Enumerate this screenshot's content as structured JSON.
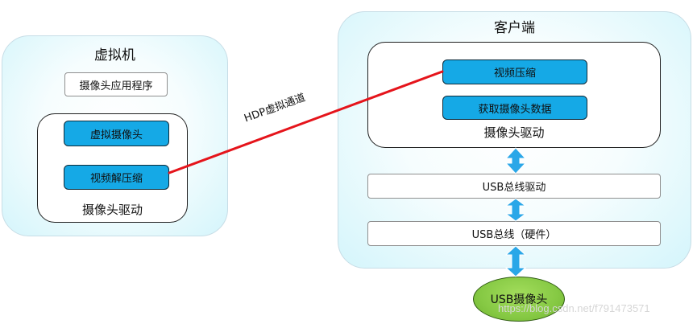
{
  "vm": {
    "title": "虚拟机",
    "app_label": "摄像头应用程序",
    "virtual_camera_label": "虚拟摄像头",
    "video_decompress_label": "视频解压缩",
    "driver_label": "摄像头驱动"
  },
  "client": {
    "title": "客户端",
    "video_compress_label": "视频压缩",
    "get_camera_data_label": "获取摄像头数据",
    "driver_label": "摄像头驱动",
    "usb_bus_driver_label": "USB总线驱动",
    "usb_bus_hw_label": "USB总线（硬件）",
    "usb_camera_label": "USB摄像头"
  },
  "link": {
    "label": "HDP虚拟通道",
    "color": "#e5141b"
  },
  "arrow_color": "#2aa7e8",
  "watermark": "https://blog.csdn.net/f791473571"
}
